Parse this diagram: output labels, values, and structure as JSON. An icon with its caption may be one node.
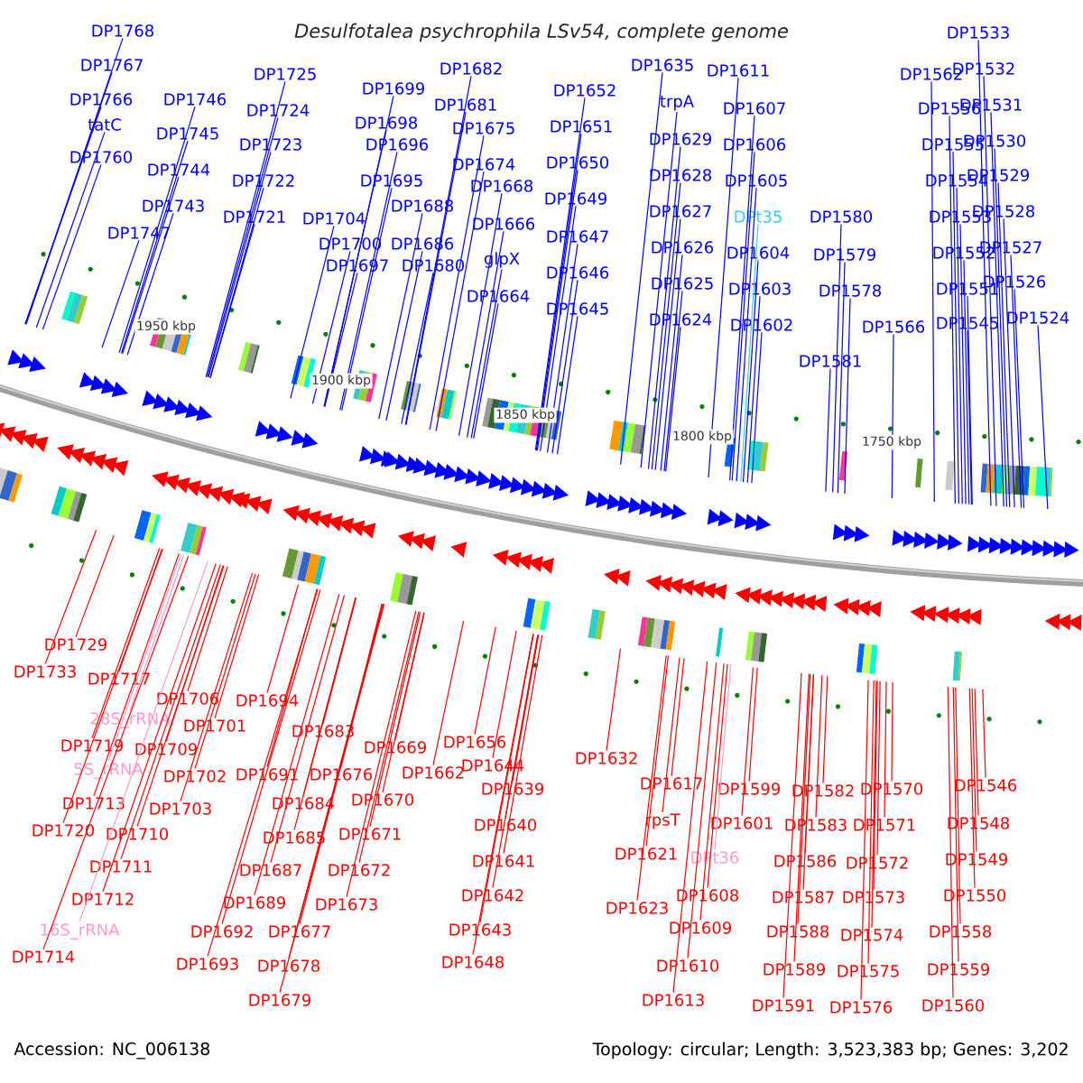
{
  "diagram": {
    "title": "Desulfotalea psychrophila LSv54, complete genome",
    "nodes": [
      {
        "text": [
          "DP1768"
        ]
      },
      {
        "text": [
          "DP1767"
        ]
      },
      {
        "text": [
          "DP1766"
        ]
      },
      {
        "text": [
          "tatC"
        ]
      },
      {
        "text": [
          "DP1760"
        ]
      },
      {
        "text": [
          "DP1746"
        ]
      },
      {
        "text": [
          "DP1745"
        ]
      },
      {
        "text": [
          "DP1744"
        ]
      },
      {
        "text": [
          "DP1743"
        ]
      },
      {
        "text": [
          "DP1747"
        ]
      },
      {
        "text": [
          "DP1725"
        ]
      },
      {
        "text": [
          "DP1724"
        ]
      },
      {
        "text": [
          "DP1723"
        ]
      },
      {
        "text": [
          "DP1722"
        ]
      },
      {
        "text": [
          "DP1721"
        ]
      },
      {
        "text": [
          "DP1699"
        ]
      },
      {
        "text": [
          "DP1698"
        ]
      },
      {
        "text": [
          "DP1696"
        ]
      },
      {
        "text": [
          "DP1695"
        ]
      },
      {
        "text": [
          "DP1704"
        ]
      },
      {
        "text": [
          "DP1700"
        ]
      },
      {
        "text": [
          "DP1697"
        ]
      },
      {
        "text": [
          "DP1688"
        ]
      },
      {
        "text": [
          "DP1686"
        ]
      },
      {
        "text": [
          "DP1680"
        ]
      },
      {
        "text": [
          "DP1682"
        ]
      },
      {
        "text": [
          "DP1681"
        ]
      },
      {
        "text": [
          "DP1675"
        ]
      },
      {
        "text": [
          "DP1674"
        ]
      },
      {
        "text": [
          "DP1668"
        ]
      },
      {
        "text": [
          "DP1666"
        ]
      },
      {
        "text": [
          "glpX"
        ]
      },
      {
        "text": [
          "DP1664"
        ]
      },
      {
        "text": [
          "DP1652"
        ]
      },
      {
        "text": [
          "DP1651"
        ]
      },
      {
        "text": [
          "DP1650"
        ]
      },
      {
        "text": [
          "DP1649"
        ]
      },
      {
        "text": [
          "DP1647"
        ]
      },
      {
        "text": [
          "DP1646"
        ]
      },
      {
        "text": [
          "DP1645"
        ]
      },
      {
        "text": [
          "DP1635"
        ]
      },
      {
        "text": [
          "trpA"
        ]
      },
      {
        "text": [
          "DP1629"
        ]
      },
      {
        "text": [
          "DP1628"
        ]
      },
      {
        "text": [
          "DP1627"
        ]
      },
      {
        "text": [
          "DP1626"
        ]
      },
      {
        "text": [
          "DP1625"
        ]
      },
      {
        "text": [
          "DP1624"
        ]
      },
      {
        "text": [
          "DP1611"
        ]
      },
      {
        "text": [
          "DP1607"
        ]
      },
      {
        "text": [
          "DP1606"
        ]
      },
      {
        "text": [
          "DP1605"
        ]
      },
      {
        "text": [
          "DPt35"
        ]
      },
      {
        "text": [
          "DP1604"
        ]
      },
      {
        "text": [
          "DP1603"
        ]
      },
      {
        "text": [
          "DP1602"
        ]
      },
      {
        "text": [
          "DP1580"
        ]
      },
      {
        "text": [
          "DP1579"
        ]
      },
      {
        "text": [
          "DP1578"
        ]
      },
      {
        "text": [
          "DP1581"
        ]
      },
      {
        "text": [
          "DP1566"
        ]
      },
      {
        "text": [
          "DP1562"
        ]
      },
      {
        "text": [
          "DP1556"
        ]
      },
      {
        "text": [
          "DP1555"
        ]
      },
      {
        "text": [
          "DP1554"
        ]
      },
      {
        "text": [
          "DP1553"
        ]
      },
      {
        "text": [
          "DP1552"
        ]
      },
      {
        "text": [
          "DP1551"
        ]
      },
      {
        "text": [
          "DP1545"
        ]
      },
      {
        "text": [
          "DP1533"
        ]
      },
      {
        "text": [
          "DP1532"
        ]
      },
      {
        "text": [
          "DP1531"
        ]
      },
      {
        "text": [
          "DP1530"
        ]
      },
      {
        "text": [
          "DP1529"
        ]
      },
      {
        "text": [
          "DP1528"
        ]
      },
      {
        "text": [
          "DP1527"
        ]
      },
      {
        "text": [
          "DP1526"
        ]
      },
      {
        "text": [
          "DP1524"
        ]
      },
      {
        "text": [
          "DP1729"
        ]
      },
      {
        "text": [
          "DP1733"
        ]
      },
      {
        "text": [
          "DP1717"
        ]
      },
      {
        "text": [
          "DP1706"
        ]
      },
      {
        "text": [
          "DP1694"
        ]
      },
      {
        "text": [
          "28S_rRNA"
        ]
      },
      {
        "text": [
          "DP1701"
        ]
      },
      {
        "text": [
          "DP1719"
        ]
      },
      {
        "text": [
          "DP1709"
        ]
      },
      {
        "text": [
          "DP1683"
        ]
      },
      {
        "text": [
          "DP1669"
        ]
      },
      {
        "text": [
          "DP1656"
        ]
      },
      {
        "text": [
          "5S_rRNA"
        ]
      },
      {
        "text": [
          "DP1702"
        ]
      },
      {
        "text": [
          "DP1691"
        ]
      },
      {
        "text": [
          "DP1676"
        ]
      },
      {
        "text": [
          "DP1662"
        ]
      },
      {
        "text": [
          "DP1713"
        ]
      },
      {
        "text": [
          "DP1703"
        ]
      },
      {
        "text": [
          "DP1684"
        ]
      },
      {
        "text": [
          "DP1670"
        ]
      },
      {
        "text": [
          "DP1720"
        ]
      },
      {
        "text": [
          "DP1710"
        ]
      },
      {
        "text": [
          "DP1685"
        ]
      },
      {
        "text": [
          "DP1671"
        ]
      },
      {
        "text": [
          "DP1711"
        ]
      },
      {
        "text": [
          "DP1687"
        ]
      },
      {
        "text": [
          "DP1672"
        ]
      },
      {
        "text": [
          "DP1712"
        ]
      },
      {
        "text": [
          "DP1689"
        ]
      },
      {
        "text": [
          "DP1673"
        ]
      },
      {
        "text": [
          "16S_rRNA"
        ]
      },
      {
        "text": [
          "DP1692"
        ]
      },
      {
        "text": [
          "DP1677"
        ]
      },
      {
        "text": [
          "DP1714"
        ]
      },
      {
        "text": [
          "DP1693"
        ]
      },
      {
        "text": [
          "DP1678"
        ]
      },
      {
        "text": [
          "DP1679"
        ]
      },
      {
        "text": [
          "DP1644"
        ]
      },
      {
        "text": [
          "DP1639"
        ]
      },
      {
        "text": [
          "DP1640"
        ]
      },
      {
        "text": [
          "DP1641"
        ]
      },
      {
        "text": [
          "DP1642"
        ]
      },
      {
        "text": [
          "DP1643"
        ]
      },
      {
        "text": [
          "DP1648"
        ]
      },
      {
        "text": [
          "DP1632"
        ]
      },
      {
        "text": [
          "DP1617"
        ]
      },
      {
        "text": [
          "DP1599"
        ]
      },
      {
        "text": [
          "DP1582"
        ]
      },
      {
        "text": [
          "DP1570"
        ]
      },
      {
        "text": [
          "DP1546"
        ]
      },
      {
        "text": [
          "rpsT"
        ]
      },
      {
        "text": [
          "DP1601"
        ]
      },
      {
        "text": [
          "DP1583"
        ]
      },
      {
        "text": [
          "DP1571"
        ]
      },
      {
        "text": [
          "DP1548"
        ]
      },
      {
        "text": [
          "DP1621"
        ]
      },
      {
        "text": [
          "DPt36"
        ]
      },
      {
        "text": [
          "DP1586"
        ]
      },
      {
        "text": [
          "DP1572"
        ]
      },
      {
        "text": [
          "DP1549"
        ]
      },
      {
        "text": [
          "DP1623"
        ]
      },
      {
        "text": [
          "DP1608"
        ]
      },
      {
        "text": [
          "DP1587"
        ]
      },
      {
        "text": [
          "DP1573"
        ]
      },
      {
        "text": [
          "DP1550"
        ]
      },
      {
        "text": [
          "DP1609"
        ]
      },
      {
        "text": [
          "DP1588"
        ]
      },
      {
        "text": [
          "DP1574"
        ]
      },
      {
        "text": [
          "DP1558"
        ]
      },
      {
        "text": [
          "DP1610"
        ]
      },
      {
        "text": [
          "DP1589"
        ]
      },
      {
        "text": [
          "DP1575"
        ]
      },
      {
        "text": [
          "DP1559"
        ]
      },
      {
        "text": [
          "DP1613"
        ]
      },
      {
        "text": [
          "DP1591"
        ]
      },
      {
        "text": [
          "DP1576"
        ]
      },
      {
        "text": [
          "DP1560"
        ]
      }
    ],
    "edges": [
      {
        "from": 0,
        "to": null,
        "arrow": "none",
        "color": "#0000ff"
      },
      {
        "from": 1,
        "to": null,
        "arrow": "none",
        "color": "#0000ff"
      },
      {
        "from": 2,
        "to": null,
        "arrow": "none",
        "color": "#0000ff"
      },
      {
        "from": 3,
        "to": null,
        "arrow": "none",
        "color": "#0000ff"
      },
      {
        "from": 4,
        "to": null,
        "arrow": "none",
        "color": "#0000ff"
      },
      {
        "from": 5,
        "to": null,
        "arrow": "none",
        "color": "#0000ff"
      },
      {
        "from": 6,
        "to": null,
        "arrow": "none",
        "color": "#0000ff"
      },
      {
        "from": 7,
        "to": null,
        "arrow": "none",
        "color": "#0000ff"
      },
      {
        "from": 8,
        "to": null,
        "arrow": "none",
        "color": "#0000ff"
      },
      {
        "from": 9,
        "to": null,
        "arrow": "none",
        "color": "#0000ff"
      },
      {
        "from": 10,
        "to": null,
        "arrow": "none",
        "color": "#0000ff"
      },
      {
        "from": 11,
        "to": null,
        "arrow": "none",
        "color": "#0000ff"
      },
      {
        "from": 12,
        "to": null,
        "arrow": "none",
        "color": "#0000ff"
      },
      {
        "from": 13,
        "to": null,
        "arrow": "none",
        "color": "#0000ff"
      },
      {
        "from": 14,
        "to": null,
        "arrow": "none",
        "color": "#0000ff"
      },
      {
        "from": 15,
        "to": null,
        "arrow": "none",
        "color": "#0000ff"
      },
      {
        "from": 16,
        "to": null,
        "arrow": "none",
        "color": "#0000ff"
      },
      {
        "from": 17,
        "to": null,
        "arrow": "none",
        "color": "#0000ff"
      },
      {
        "from": 18,
        "to": null,
        "arrow": "none",
        "color": "#0000ff"
      },
      {
        "from": 19,
        "to": null,
        "arrow": "none",
        "color": "#0000ff"
      },
      {
        "from": 20,
        "to": null,
        "arrow": "none",
        "color": "#0000ff"
      },
      {
        "from": 21,
        "to": null,
        "arrow": "none",
        "color": "#0000ff"
      },
      {
        "from": 22,
        "to": null,
        "arrow": "none",
        "color": "#0000ff"
      },
      {
        "from": 23,
        "to": null,
        "arrow": "none",
        "color": "#0000ff"
      },
      {
        "from": 24,
        "to": null,
        "arrow": "none",
        "color": "#0000ff"
      },
      {
        "from": 25,
        "to": null,
        "arrow": "none",
        "color": "#0000ff"
      },
      {
        "from": 26,
        "to": null,
        "arrow": "none",
        "color": "#0000ff"
      },
      {
        "from": 27,
        "to": null,
        "arrow": "none",
        "color": "#0000ff"
      },
      {
        "from": 28,
        "to": null,
        "arrow": "none",
        "color": "#0000ff"
      },
      {
        "from": 29,
        "to": null,
        "arrow": "none",
        "color": "#0000ff"
      },
      {
        "from": 30,
        "to": null,
        "arrow": "none",
        "color": "#0000ff"
      },
      {
        "from": 31,
        "to": null,
        "arrow": "none",
        "color": "#0000ff"
      },
      {
        "from": 32,
        "to": null,
        "arrow": "none",
        "color": "#0000ff"
      },
      {
        "from": 33,
        "to": null,
        "arrow": "none",
        "color": "#0000ff"
      },
      {
        "from": 34,
        "to": null,
        "arrow": "none",
        "color": "#0000ff"
      },
      {
        "from": 35,
        "to": null,
        "arrow": "none",
        "color": "#0000ff"
      },
      {
        "from": 36,
        "to": null,
        "arrow": "none",
        "color": "#0000ff"
      },
      {
        "from": 37,
        "to": null,
        "arrow": "none",
        "color": "#0000ff"
      },
      {
        "from": 38,
        "to": null,
        "arrow": "none",
        "color": "#0000ff"
      },
      {
        "from": 39,
        "to": null,
        "arrow": "none",
        "color": "#0000ff"
      },
      {
        "from": 40,
        "to": null,
        "arrow": "none",
        "color": "#0000ff"
      },
      {
        "from": 41,
        "to": null,
        "arrow": "none",
        "color": "#0000ff"
      },
      {
        "from": 42,
        "to": null,
        "arrow": "none",
        "color": "#0000ff"
      },
      {
        "from": 43,
        "to": null,
        "arrow": "none",
        "color": "#0000ff"
      },
      {
        "from": 44,
        "to": null,
        "arrow": "none",
        "color": "#0000ff"
      },
      {
        "from": 45,
        "to": null,
        "arrow": "none",
        "color": "#0000ff"
      },
      {
        "from": 46,
        "to": null,
        "arrow": "none",
        "color": "#0000ff"
      },
      {
        "from": 47,
        "to": null,
        "arrow": "none",
        "color": "#0000ff"
      },
      {
        "from": 48,
        "to": null,
        "arrow": "none",
        "color": "#0000ff"
      },
      {
        "from": 49,
        "to": null,
        "arrow": "none",
        "color": "#0000ff"
      },
      {
        "from": 50,
        "to": null,
        "arrow": "none",
        "color": "#0000ff"
      },
      {
        "from": 51,
        "to": null,
        "arrow": "none",
        "color": "#0000ff"
      },
      {
        "from": 52,
        "to": null,
        "arrow": "none",
        "color": "#33ccff"
      },
      {
        "from": 53,
        "to": null,
        "arrow": "none",
        "color": "#0000ff"
      },
      {
        "from": 54,
        "to": null,
        "arrow": "none",
        "color": "#0000ff"
      },
      {
        "from": 55,
        "to": null,
        "arrow": "none",
        "color": "#0000ff"
      },
      {
        "from": 56,
        "to": null,
        "arrow": "none",
        "color": "#0000ff"
      },
      {
        "from": 57,
        "to": null,
        "arrow": "none",
        "color": "#0000ff"
      },
      {
        "from": 58,
        "to": null,
        "arrow": "none",
        "color": "#0000ff"
      },
      {
        "from": 59,
        "to": null,
        "arrow": "none",
        "color": "#0000ff"
      },
      {
        "from": 60,
        "to": null,
        "arrow": "none",
        "color": "#0000ff"
      },
      {
        "from": 61,
        "to": null,
        "arrow": "none",
        "color": "#0000ff"
      },
      {
        "from": 62,
        "to": null,
        "arrow": "none",
        "color": "#0000ff"
      },
      {
        "from": 63,
        "to": null,
        "arrow": "none",
        "color": "#0000ff"
      },
      {
        "from": 64,
        "to": null,
        "arrow": "none",
        "color": "#0000ff"
      },
      {
        "from": 65,
        "to": null,
        "arrow": "none",
        "color": "#0000ff"
      },
      {
        "from": 66,
        "to": null,
        "arrow": "none",
        "color": "#0000ff"
      },
      {
        "from": 67,
        "to": null,
        "arrow": "none",
        "color": "#0000ff"
      },
      {
        "from": 68,
        "to": null,
        "arrow": "none",
        "color": "#0000ff"
      },
      {
        "from": 69,
        "to": null,
        "arrow": "none",
        "color": "#0000ff"
      },
      {
        "from": 70,
        "to": null,
        "arrow": "none",
        "color": "#0000ff"
      },
      {
        "from": 71,
        "to": null,
        "arrow": "none",
        "color": "#0000ff"
      },
      {
        "from": 72,
        "to": null,
        "arrow": "none",
        "color": "#0000ff"
      },
      {
        "from": 73,
        "to": null,
        "arrow": "none",
        "color": "#0000ff"
      },
      {
        "from": 74,
        "to": null,
        "arrow": "none",
        "color": "#0000ff"
      },
      {
        "from": 75,
        "to": null,
        "arrow": "none",
        "color": "#0000ff"
      },
      {
        "from": 76,
        "to": null,
        "arrow": "none",
        "color": "#0000ff"
      },
      {
        "from": 77,
        "to": null,
        "arrow": "none",
        "color": "#0000ff"
      },
      {
        "from": 78,
        "to": null,
        "arrow": "none",
        "color": "#ff0000"
      },
      {
        "from": 79,
        "to": null,
        "arrow": "none",
        "color": "#ff0000"
      },
      {
        "from": 80,
        "to": null,
        "arrow": "none",
        "color": "#ff0000"
      },
      {
        "from": 81,
        "to": null,
        "arrow": "none",
        "color": "#ff0000"
      },
      {
        "from": 82,
        "to": null,
        "arrow": "none",
        "color": "#ff0000"
      },
      {
        "from": 83,
        "to": null,
        "arrow": "none",
        "color": "#ff99cc"
      },
      {
        "from": 84,
        "to": null,
        "arrow": "none",
        "color": "#ff0000"
      },
      {
        "from": 85,
        "to": null,
        "arrow": "none",
        "color": "#ff0000"
      },
      {
        "from": 86,
        "to": null,
        "arrow": "none",
        "color": "#ff0000"
      },
      {
        "from": 87,
        "to": null,
        "arrow": "none",
        "color": "#ff0000"
      },
      {
        "from": 88,
        "to": null,
        "arrow": "none",
        "color": "#ff0000"
      },
      {
        "from": 89,
        "to": null,
        "arrow": "none",
        "color": "#ff0000"
      },
      {
        "from": 90,
        "to": null,
        "arrow": "none",
        "color": "#ff99cc"
      },
      {
        "from": 91,
        "to": null,
        "arrow": "none",
        "color": "#ff0000"
      },
      {
        "from": 92,
        "to": null,
        "arrow": "none",
        "color": "#ff0000"
      },
      {
        "from": 93,
        "to": null,
        "arrow": "none",
        "color": "#ff0000"
      },
      {
        "from": 94,
        "to": null,
        "arrow": "none",
        "color": "#ff0000"
      },
      {
        "from": 95,
        "to": null,
        "arrow": "none",
        "color": "#ff0000"
      },
      {
        "from": 96,
        "to": null,
        "arrow": "none",
        "color": "#ff0000"
      },
      {
        "from": 97,
        "to": null,
        "arrow": "none",
        "color": "#ff0000"
      },
      {
        "from": 98,
        "to": null,
        "arrow": "none",
        "color": "#ff0000"
      },
      {
        "from": 99,
        "to": null,
        "arrow": "none",
        "color": "#ff0000"
      },
      {
        "from": 100,
        "to": null,
        "arrow": "none",
        "color": "#ff0000"
      },
      {
        "from": 101,
        "to": null,
        "arrow": "none",
        "color": "#ff0000"
      },
      {
        "from": 102,
        "to": null,
        "arrow": "none",
        "color": "#ff0000"
      },
      {
        "from": 103,
        "to": null,
        "arrow": "none",
        "color": "#ff0000"
      },
      {
        "from": 104,
        "to": null,
        "arrow": "none",
        "color": "#ff0000"
      },
      {
        "from": 105,
        "to": null,
        "arrow": "none",
        "color": "#ff0000"
      },
      {
        "from": 106,
        "to": null,
        "arrow": "none",
        "color": "#ff0000"
      },
      {
        "from": 107,
        "to": null,
        "arrow": "none",
        "color": "#ff0000"
      },
      {
        "from": 108,
        "to": null,
        "arrow": "none",
        "color": "#ff0000"
      },
      {
        "from": 109,
        "to": null,
        "arrow": "none",
        "color": "#ff99cc"
      },
      {
        "from": 110,
        "to": null,
        "arrow": "none",
        "color": "#ff0000"
      },
      {
        "from": 111,
        "to": null,
        "arrow": "none",
        "color": "#ff0000"
      },
      {
        "from": 112,
        "to": null,
        "arrow": "none",
        "color": "#ff0000"
      },
      {
        "from": 113,
        "to": null,
        "arrow": "none",
        "color": "#ff0000"
      },
      {
        "from": 114,
        "to": null,
        "arrow": "none",
        "color": "#ff0000"
      },
      {
        "from": 115,
        "to": null,
        "arrow": "none",
        "color": "#ff0000"
      },
      {
        "from": 116,
        "to": null,
        "arrow": "none",
        "color": "#ff0000"
      },
      {
        "from": 117,
        "to": null,
        "arrow": "none",
        "color": "#ff0000"
      },
      {
        "from": 118,
        "to": null,
        "arrow": "none",
        "color": "#ff0000"
      },
      {
        "from": 119,
        "to": null,
        "arrow": "none",
        "color": "#ff0000"
      },
      {
        "from": 120,
        "to": null,
        "arrow": "none",
        "color": "#ff0000"
      },
      {
        "from": 121,
        "to": null,
        "arrow": "none",
        "color": "#ff0000"
      },
      {
        "from": 122,
        "to": null,
        "arrow": "none",
        "color": "#ff0000"
      },
      {
        "from": 123,
        "to": null,
        "arrow": "none",
        "color": "#ff0000"
      },
      {
        "from": 124,
        "to": null,
        "arrow": "none",
        "color": "#ff0000"
      },
      {
        "from": 125,
        "to": null,
        "arrow": "none",
        "color": "#ff0000"
      },
      {
        "from": 126,
        "to": null,
        "arrow": "none",
        "color": "#ff0000"
      },
      {
        "from": 127,
        "to": null,
        "arrow": "none",
        "color": "#ff0000"
      },
      {
        "from": 128,
        "to": null,
        "arrow": "none",
        "color": "#ff0000"
      },
      {
        "from": 129,
        "to": null,
        "arrow": "none",
        "color": "#ff0000"
      },
      {
        "from": 130,
        "to": null,
        "arrow": "none",
        "color": "#ff0000"
      },
      {
        "from": 131,
        "to": null,
        "arrow": "none",
        "color": "#ff0000"
      },
      {
        "from": 132,
        "to": null,
        "arrow": "none",
        "color": "#ff0000"
      },
      {
        "from": 133,
        "to": null,
        "arrow": "none",
        "color": "#ff0000"
      },
      {
        "from": 134,
        "to": null,
        "arrow": "none",
        "color": "#ff0000"
      },
      {
        "from": 135,
        "to": null,
        "arrow": "none",
        "color": "#ff99cc"
      },
      {
        "from": 136,
        "to": null,
        "arrow": "none",
        "color": "#ff0000"
      },
      {
        "from": 137,
        "to": null,
        "arrow": "none",
        "color": "#ff0000"
      },
      {
        "from": 138,
        "to": null,
        "arrow": "none",
        "color": "#ff0000"
      },
      {
        "from": 139,
        "to": null,
        "arrow": "none",
        "color": "#ff0000"
      },
      {
        "from": 140,
        "to": null,
        "arrow": "none",
        "color": "#ff0000"
      },
      {
        "from": 141,
        "to": null,
        "arrow": "none",
        "color": "#ff0000"
      },
      {
        "from": 142,
        "to": null,
        "arrow": "none",
        "color": "#ff0000"
      },
      {
        "from": 143,
        "to": null,
        "arrow": "none",
        "color": "#ff0000"
      },
      {
        "from": 144,
        "to": null,
        "arrow": "none",
        "color": "#ff0000"
      },
      {
        "from": 145,
        "to": null,
        "arrow": "none",
        "color": "#ff0000"
      },
      {
        "from": 146,
        "to": null,
        "arrow": "none",
        "color": "#ff0000"
      },
      {
        "from": 147,
        "to": null,
        "arrow": "none",
        "color": "#ff0000"
      },
      {
        "from": 148,
        "to": null,
        "arrow": "none",
        "color": "#ff0000"
      },
      {
        "from": 149,
        "to": null,
        "arrow": "none",
        "color": "#ff0000"
      },
      {
        "from": 150,
        "to": null,
        "arrow": "none",
        "color": "#ff0000"
      },
      {
        "from": 151,
        "to": null,
        "arrow": "none",
        "color": "#ff0000"
      },
      {
        "from": 152,
        "to": null,
        "arrow": "none",
        "color": "#ff0000"
      },
      {
        "from": 153,
        "to": null,
        "arrow": "none",
        "color": "#ff0000"
      },
      {
        "from": 154,
        "to": null,
        "arrow": "none",
        "color": "#ff0000"
      },
      {
        "from": 155,
        "to": null,
        "arrow": "none",
        "color": "#ff0000"
      }
    ],
    "labels": [
      "1950 kbp",
      "1900 kbp",
      "1850 kbp",
      "1800 kbp",
      "1750 kbp",
      "Accession: NC_006138",
      "Topology: circular; Length: 3,523,383 bp; Genes: 3,202"
    ]
  }
}
